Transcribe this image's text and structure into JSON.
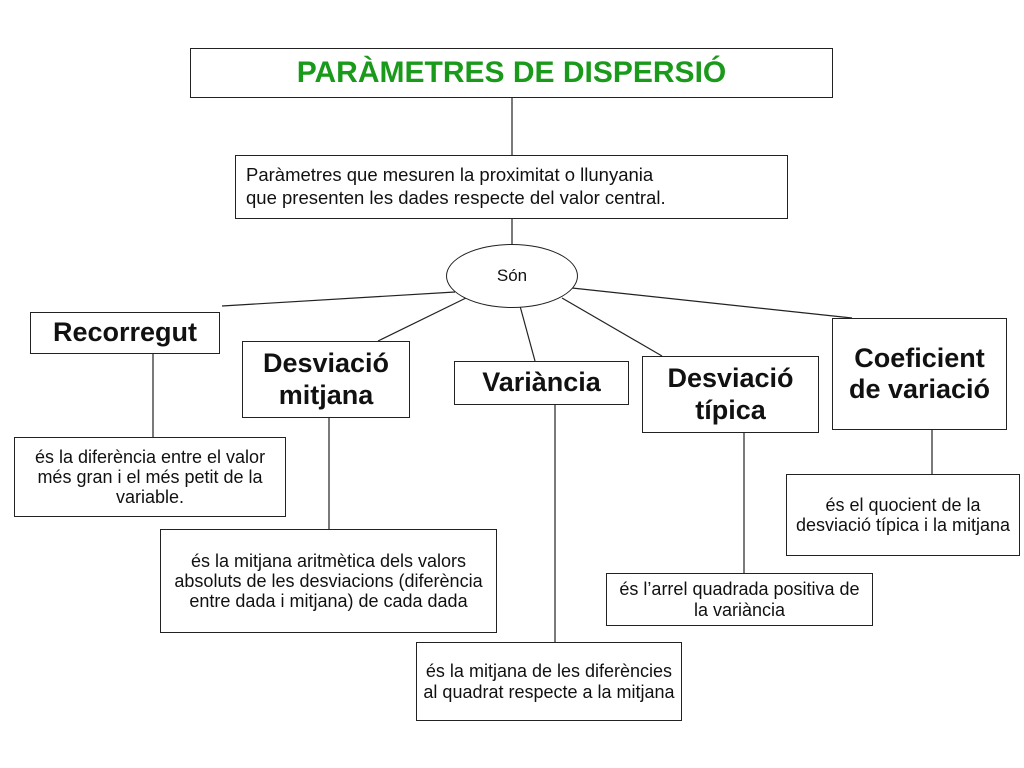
{
  "title": "PARÀMETRES DE DISPERSIÓ",
  "intro": {
    "line1": "Paràmetres que mesuren la proximitat o llunyania",
    "line2": "que presenten les dades respecte del valor central."
  },
  "connector": "Són",
  "categories": [
    {
      "label": "Recorregut",
      "definition": "és la diferència entre el valor més gran i el més petit de la variable."
    },
    {
      "label": "Desviació mitjana",
      "definition": "és la mitjana aritmètica dels valors absoluts de les desviacions (diferència entre dada i mitjana) de cada dada"
    },
    {
      "label": "Variància",
      "definition": "és la mitjana de les diferències al quadrat respecte a la mitjana"
    },
    {
      "label": "Desviació típica",
      "definition": "és l’arrel quadrada positiva de la variància"
    },
    {
      "label": "Coeficient de variació",
      "definition": "és el quocient de la desviació típica i la mitjana"
    }
  ],
  "colors": {
    "title": "#1a9a1a",
    "border": "#222222",
    "text": "#111111"
  }
}
